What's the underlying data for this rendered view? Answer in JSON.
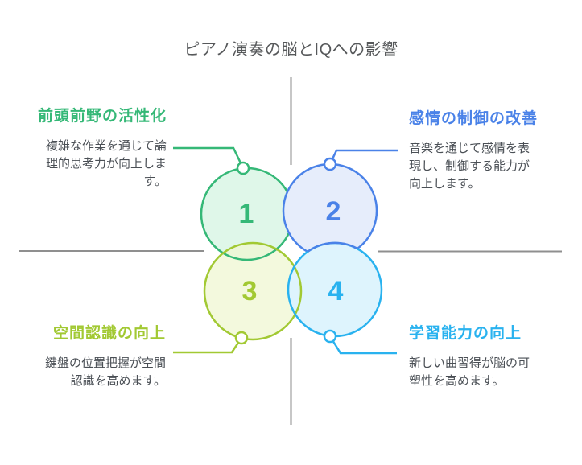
{
  "title": "ピアノ演奏の脳とIQへの影響",
  "items": [
    {
      "number": "1",
      "heading": "前頭前野の活性化",
      "body": "複雑な作業を通じて論\n理的思考力が向上しま\nす。",
      "color": "#35b877",
      "fill": "#dff7e9"
    },
    {
      "number": "2",
      "heading": "感情の制御の改善",
      "body": "音楽を通じて感情を表\n現し、制御する能力が\n向上します。",
      "color": "#4a82e8",
      "fill": "#e6edfb"
    },
    {
      "number": "3",
      "heading": "空間認識の向上",
      "body": "鍵盤の位置把握が空間\n認識を高めます。",
      "color": "#a2c933",
      "fill": "#eff7d4"
    },
    {
      "number": "4",
      "heading": "学習能力の向上",
      "body": "新しい曲習得が脳の可\n塑性を高めます。",
      "color": "#29b2ef",
      "fill": "#def4fd"
    }
  ],
  "colors": {
    "line": "#8f8f8f",
    "title": "#56585a",
    "body": "#4a4f55",
    "background": "#ffffff"
  }
}
